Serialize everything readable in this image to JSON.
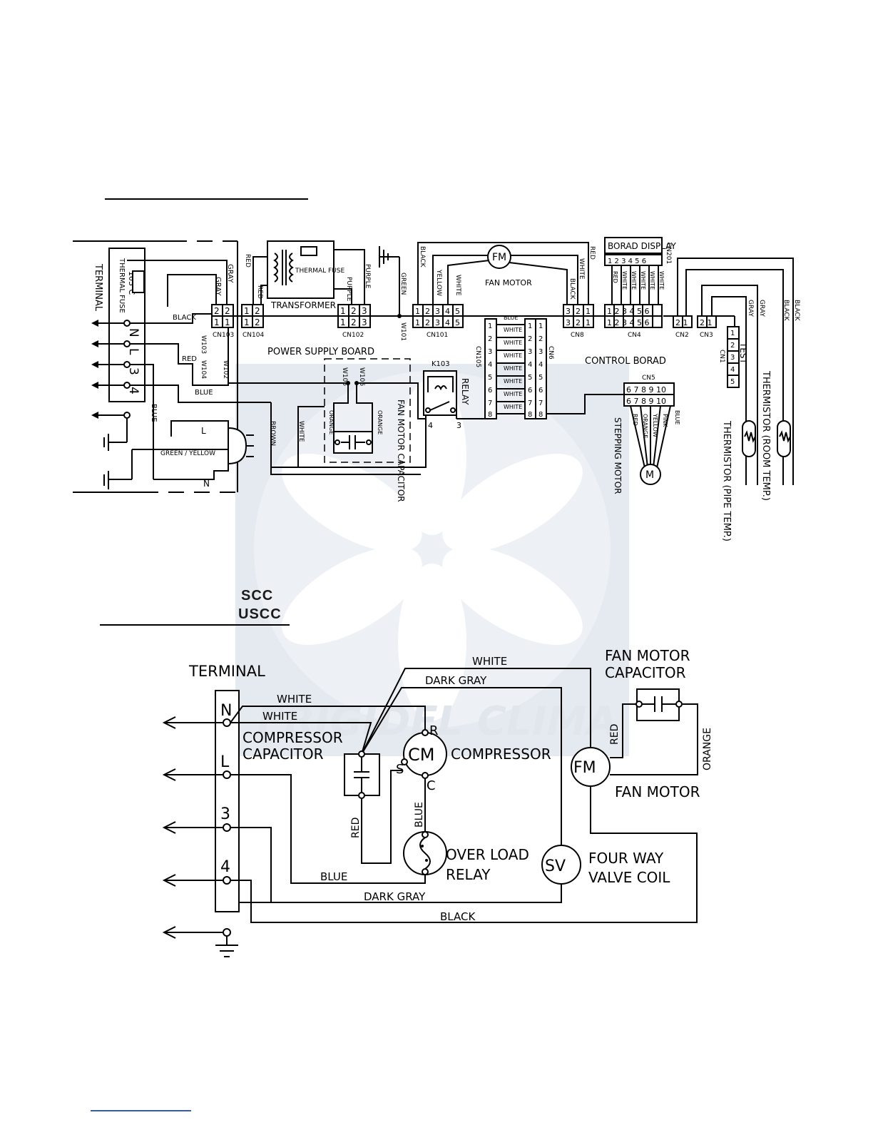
{
  "watermark": "FRIGIDEL CLIMA",
  "top_diagram": {
    "terminal_label": "TERMINAL",
    "thermal_fuse_label": "THERMAL FUSE",
    "thermal_fuse_temp": "103℃",
    "terminal_pins": [
      "N",
      "L",
      "3",
      "4"
    ],
    "transformer_label": "TRANSFORMER",
    "transformer_fuse_label": "THERMAL FUSE",
    "fan_motor_symbol": "FM",
    "fan_motor_label": "FAN MOTOR",
    "board_display_label": "BORAD DISPLAY",
    "power_supply_board_label": "POWER SUPPLY BOARD",
    "control_board_label": "CONTROL BORAD",
    "relay_label": "RELAY",
    "relay_id": "K103",
    "relay_pins": [
      "4",
      "3"
    ],
    "fan_capacitor_label": "FAN MOTOR CAPACITOR",
    "stepping_motor_label": "STEPPING MOTOR",
    "stepping_motor_symbol": "M",
    "test_label": "TEST",
    "thermistor_pipe_label": "THERMISTOR (PIPE TEMP.)",
    "thermistor_room_label": "THERMISTOR (ROOM TEMP.)",
    "plug_l": "L",
    "plug_n": "N",
    "connectors": {
      "cn103": "CN103",
      "cn104": "CN104",
      "cn102": "CN102",
      "w101": "W101",
      "cn101": "CN101",
      "cn8": "CN8",
      "cn4": "CN4",
      "cn2": "CN2",
      "cn3": "CN3",
      "cn1": "CN1",
      "cn201": "CN201",
      "cn105": "CN105",
      "cn6": "CN6",
      "cn5": "CN5",
      "w103": "W103",
      "w104": "W104",
      "w102": "W102",
      "w105": "W105",
      "w106": "W106"
    },
    "wires": {
      "gray": "GRAY",
      "black": "BLACK",
      "red": "RED",
      "blue": "BLUE",
      "purple": "PURPLE",
      "green": "GREEN",
      "yellow": "YELLOW",
      "white": "WHITE",
      "brown": "BROWN",
      "green_yellow": "GREEN / YELLOW",
      "orange": "ORANGE",
      "pink": "PINK"
    }
  },
  "series_labels": [
    "SCC",
    "USCC"
  ],
  "bottom_diagram": {
    "terminal_label": "TERMINAL",
    "terminal_pins": [
      "N",
      "L",
      "3",
      "4"
    ],
    "compressor_capacitor_label": [
      "COMPRESSOR",
      "CAPACITOR"
    ],
    "compressor_symbol": "CM",
    "compressor_label": "COMPRESSOR",
    "compressor_pins": {
      "r": "R",
      "s": "S",
      "c": "C"
    },
    "overload_relay_label": [
      "OVER LOAD",
      "RELAY"
    ],
    "four_way_valve_symbol": "SV",
    "four_way_valve_label": [
      "FOUR WAY",
      "VALVE COIL"
    ],
    "fan_motor_symbol": "FM",
    "fan_motor_label": "FAN MOTOR",
    "fan_motor_capacitor_label": [
      "FAN MOTOR",
      "CAPACITOR"
    ],
    "wires": {
      "white": "WHITE",
      "dark_gray": "DARK GRAY",
      "red": "RED",
      "blue": "BLUE",
      "black": "BLACK",
      "orange": "ORANGE"
    }
  }
}
